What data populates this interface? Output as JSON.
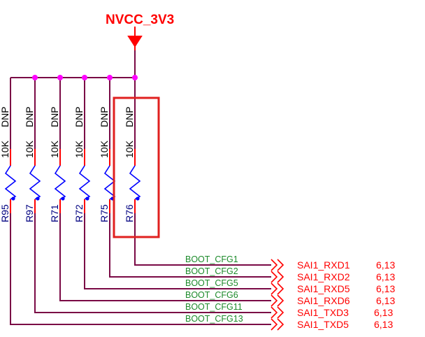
{
  "schematic": {
    "power_net": "NVCC_3V3",
    "resistors": [
      {
        "ref": "R95",
        "value": "10K",
        "fit": "DNP",
        "net": "BOOT_CFG13",
        "port": "SAI1_TXD5",
        "sheet_ref": "6,13",
        "highlighted": false
      },
      {
        "ref": "R97",
        "value": "10K",
        "fit": "DNP",
        "net": "BOOT_CFG11",
        "port": "SAI1_TXD3",
        "sheet_ref": "6,13",
        "highlighted": false
      },
      {
        "ref": "R71",
        "value": "10K",
        "fit": "DNP",
        "net": "BOOT_CFG6",
        "port": "SAI1_RXD6",
        "sheet_ref": "6,13",
        "highlighted": false
      },
      {
        "ref": "R72",
        "value": "10K",
        "fit": "DNP",
        "net": "BOOT_CFG5",
        "port": "SAI1_RXD5",
        "sheet_ref": "6,13",
        "highlighted": false
      },
      {
        "ref": "R75",
        "value": "10K",
        "fit": "DNP",
        "net": "BOOT_CFG2",
        "port": "SAI1_RXD2",
        "sheet_ref": "6,13",
        "highlighted": false
      },
      {
        "ref": "R76",
        "value": "10K",
        "fit": "DNP",
        "net": "BOOT_CFG1",
        "port": "SAI1_RXD1",
        "sheet_ref": "6,13",
        "highlighted": true
      }
    ],
    "colors": {
      "wire": "#7a0a45",
      "junction": "#ff00ff",
      "resistor_body": "#0000ff",
      "resistor_lead": "#ff0000",
      "power": "#ff0000",
      "net_label": "#1c8a2a",
      "port_label": "#ff0000",
      "highlight": "#e0201f"
    }
  }
}
